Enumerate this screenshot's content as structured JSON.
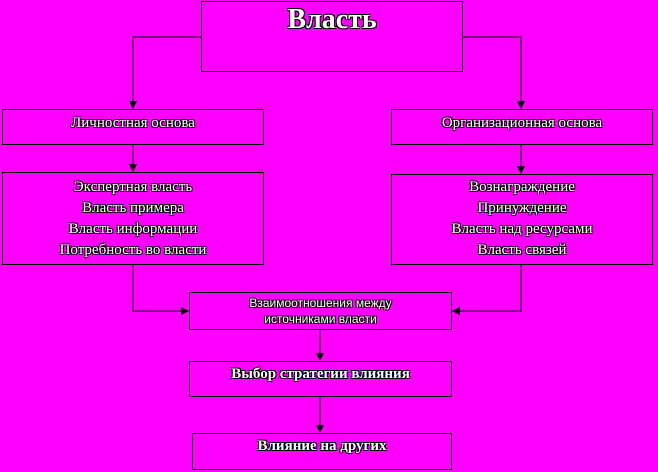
{
  "title": "Власть",
  "personal_basis": "Личностная основа",
  "organizational_basis": "Организационная основа",
  "personal_items": [
    "Экспертная власть",
    "Власть примера",
    "Власть информации",
    "Потребность во власти"
  ],
  "organizational_items": [
    "Вознаграждение",
    "Принуждение",
    "Власть над ресурсами",
    "Власть связей"
  ],
  "relation": {
    "line1": "Взаимоотношения между",
    "line2": "источниками власти"
  },
  "strategy": "Выбор стратегии влияния",
  "influence": "Влияние на других",
  "colors": {
    "background": "#ff00ff",
    "lines": "#000000",
    "text": "#ffffff"
  }
}
